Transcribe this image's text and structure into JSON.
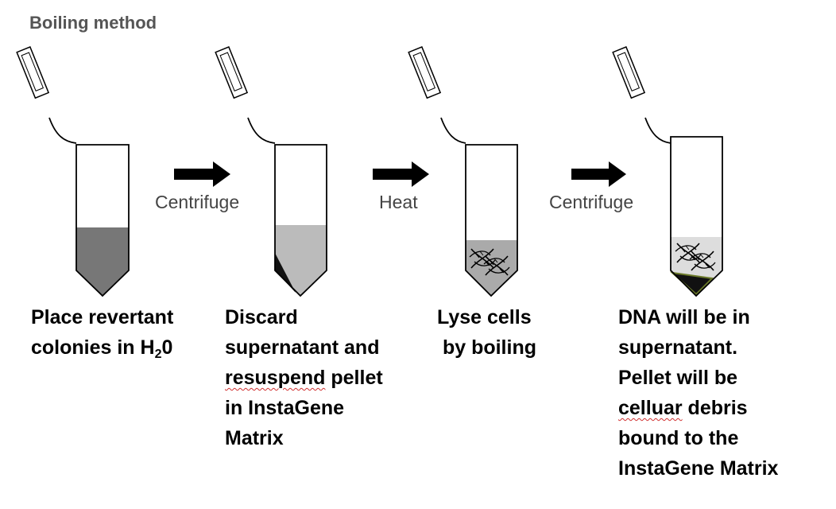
{
  "title": "Boiling method",
  "arrows": [
    {
      "label": "Centrifuge"
    },
    {
      "label": "Heat"
    },
    {
      "label": "Centrifuge"
    }
  ],
  "colors": {
    "tube1_fill": "#777777",
    "tube2_fill": "#bbbbbb",
    "tube3_fill": "#aaaaaa",
    "tube4_fill": "#dddddd",
    "pellet": "#111111",
    "pellet_edge": "#6b7a2a",
    "arrow": "#000000"
  },
  "steps": [
    {
      "line1": "Place revertant",
      "line2_pre": "colonies in H",
      "line2_sub": "2",
      "line2_post": "0"
    },
    {
      "lines": [
        "Discard",
        "supernatant and"
      ],
      "line3_squiggle": "resuspend",
      "line3_rest": " pellet",
      "lines_after": [
        "in InstaGene",
        "Matrix"
      ]
    },
    {
      "lines": [
        "Lyse cells",
        " by boiling"
      ]
    },
    {
      "lines": [
        "DNA will be in",
        "supernatant.",
        "Pellet will be"
      ],
      "line4_squiggle": "celluar",
      "line4_rest": " debris",
      "lines_after": [
        "bound to the",
        "InstaGene Matrix"
      ]
    }
  ]
}
